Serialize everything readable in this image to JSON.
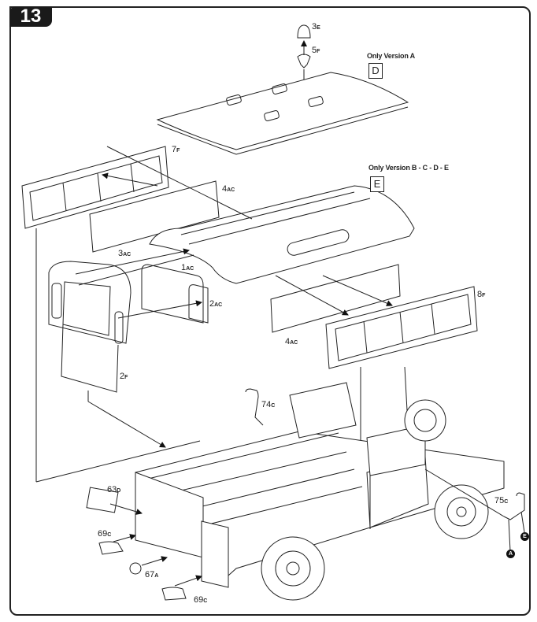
{
  "step": {
    "number": "13"
  },
  "notes": {
    "version_a": "Only Version A",
    "version_a_box": "D",
    "version_bcde": "Only Version B - C - D - E",
    "version_bcde_box": "E"
  },
  "parts": [
    {
      "id": "3",
      "sub": "E"
    },
    {
      "id": "5",
      "sub": "F"
    },
    {
      "id": "7",
      "sub": "F"
    },
    {
      "id": "4",
      "sub": "AC"
    },
    {
      "id": "3",
      "sub": "AC"
    },
    {
      "id": "1",
      "sub": "AC"
    },
    {
      "id": "2",
      "sub": "AC"
    },
    {
      "id": "4",
      "sub": "AC"
    },
    {
      "id": "8",
      "sub": "F"
    },
    {
      "id": "2",
      "sub": "F"
    },
    {
      "id": "74",
      "sub": "C"
    },
    {
      "id": "63",
      "sub": "D"
    },
    {
      "id": "69",
      "sub": "C"
    },
    {
      "id": "67",
      "sub": "A"
    },
    {
      "id": "69",
      "sub": "C"
    },
    {
      "id": "75",
      "sub": "C"
    }
  ],
  "markers": {
    "a": "A",
    "e": "E"
  }
}
